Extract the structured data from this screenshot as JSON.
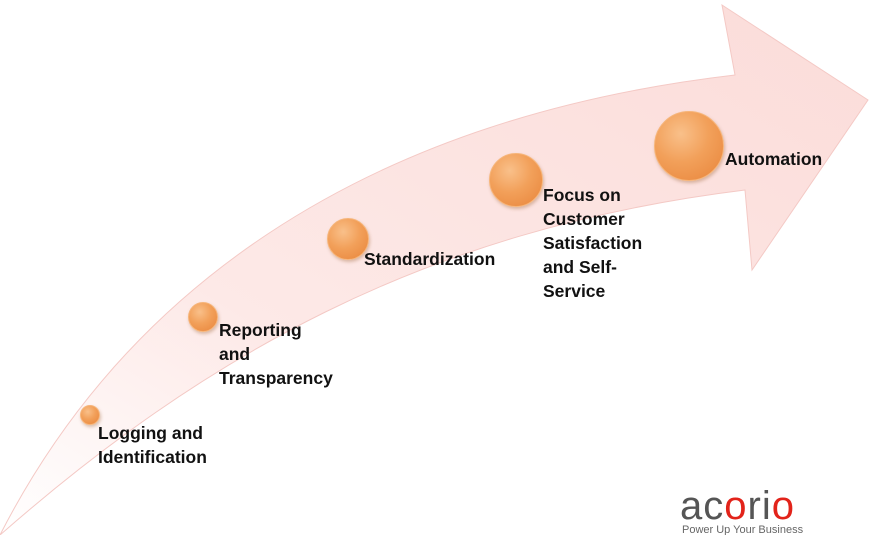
{
  "stages": [
    {
      "lines": [
        "Logging and",
        "Identification"
      ]
    },
    {
      "lines": [
        "Reporting",
        "and",
        "Transparency"
      ]
    },
    {
      "lines": [
        "Standardization"
      ]
    },
    {
      "lines": [
        "Focus on",
        "Customer",
        "Satisfaction",
        "and Self-",
        "Service"
      ]
    },
    {
      "lines": [
        "Automation"
      ]
    }
  ],
  "logo": {
    "text_part1": "ac",
    "text_power": "o",
    "text_part2": "ri",
    "text_power2": "o",
    "tagline": "Power Up Your Business"
  },
  "colors": {
    "arrow_fill": "#fbe3e1",
    "arrow_edge": "#f4c9c5",
    "node_orange": "#f2a05a",
    "logo_red": "#e2231a",
    "logo_gray": "#555555"
  }
}
